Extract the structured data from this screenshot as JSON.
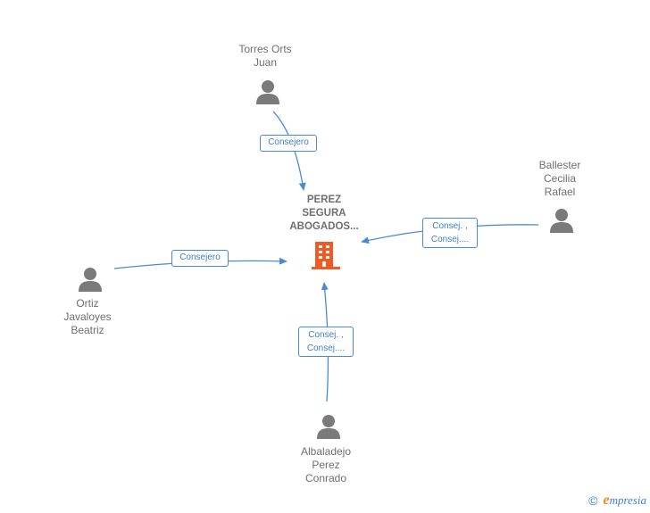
{
  "company": {
    "name": "PEREZ\nSEGURA\nABOGADOS...",
    "icon": "building-icon",
    "color": "#f05a24"
  },
  "people": [
    {
      "id": "torres",
      "name": "Torres Orts\nJuan",
      "icon": "person-icon"
    },
    {
      "id": "ballester",
      "name": "Ballester\nCecilia\nRafael",
      "icon": "person-icon"
    },
    {
      "id": "ortiz",
      "name": "Ortiz\nJavaloyes\nBeatriz",
      "icon": "person-icon"
    },
    {
      "id": "albaladejo",
      "name": "Albaladejo\nPerez\nConrado",
      "icon": "person-icon"
    }
  ],
  "relations": [
    {
      "from": "torres",
      "label": "Consejero"
    },
    {
      "from": "ballester",
      "label": "Consej. ,\nConsej...."
    },
    {
      "from": "ortiz",
      "label": "Consejero"
    },
    {
      "from": "albaladejo",
      "label": "Consej. ,\nConsej...."
    }
  ],
  "footer": {
    "copyright_symbol": "©",
    "brand_initial": "e",
    "brand_rest": "mpresia"
  },
  "colors": {
    "edge": "#4a8ad4",
    "node_gray": "#7a7a7a",
    "label_gray": "#6f6f6f"
  }
}
